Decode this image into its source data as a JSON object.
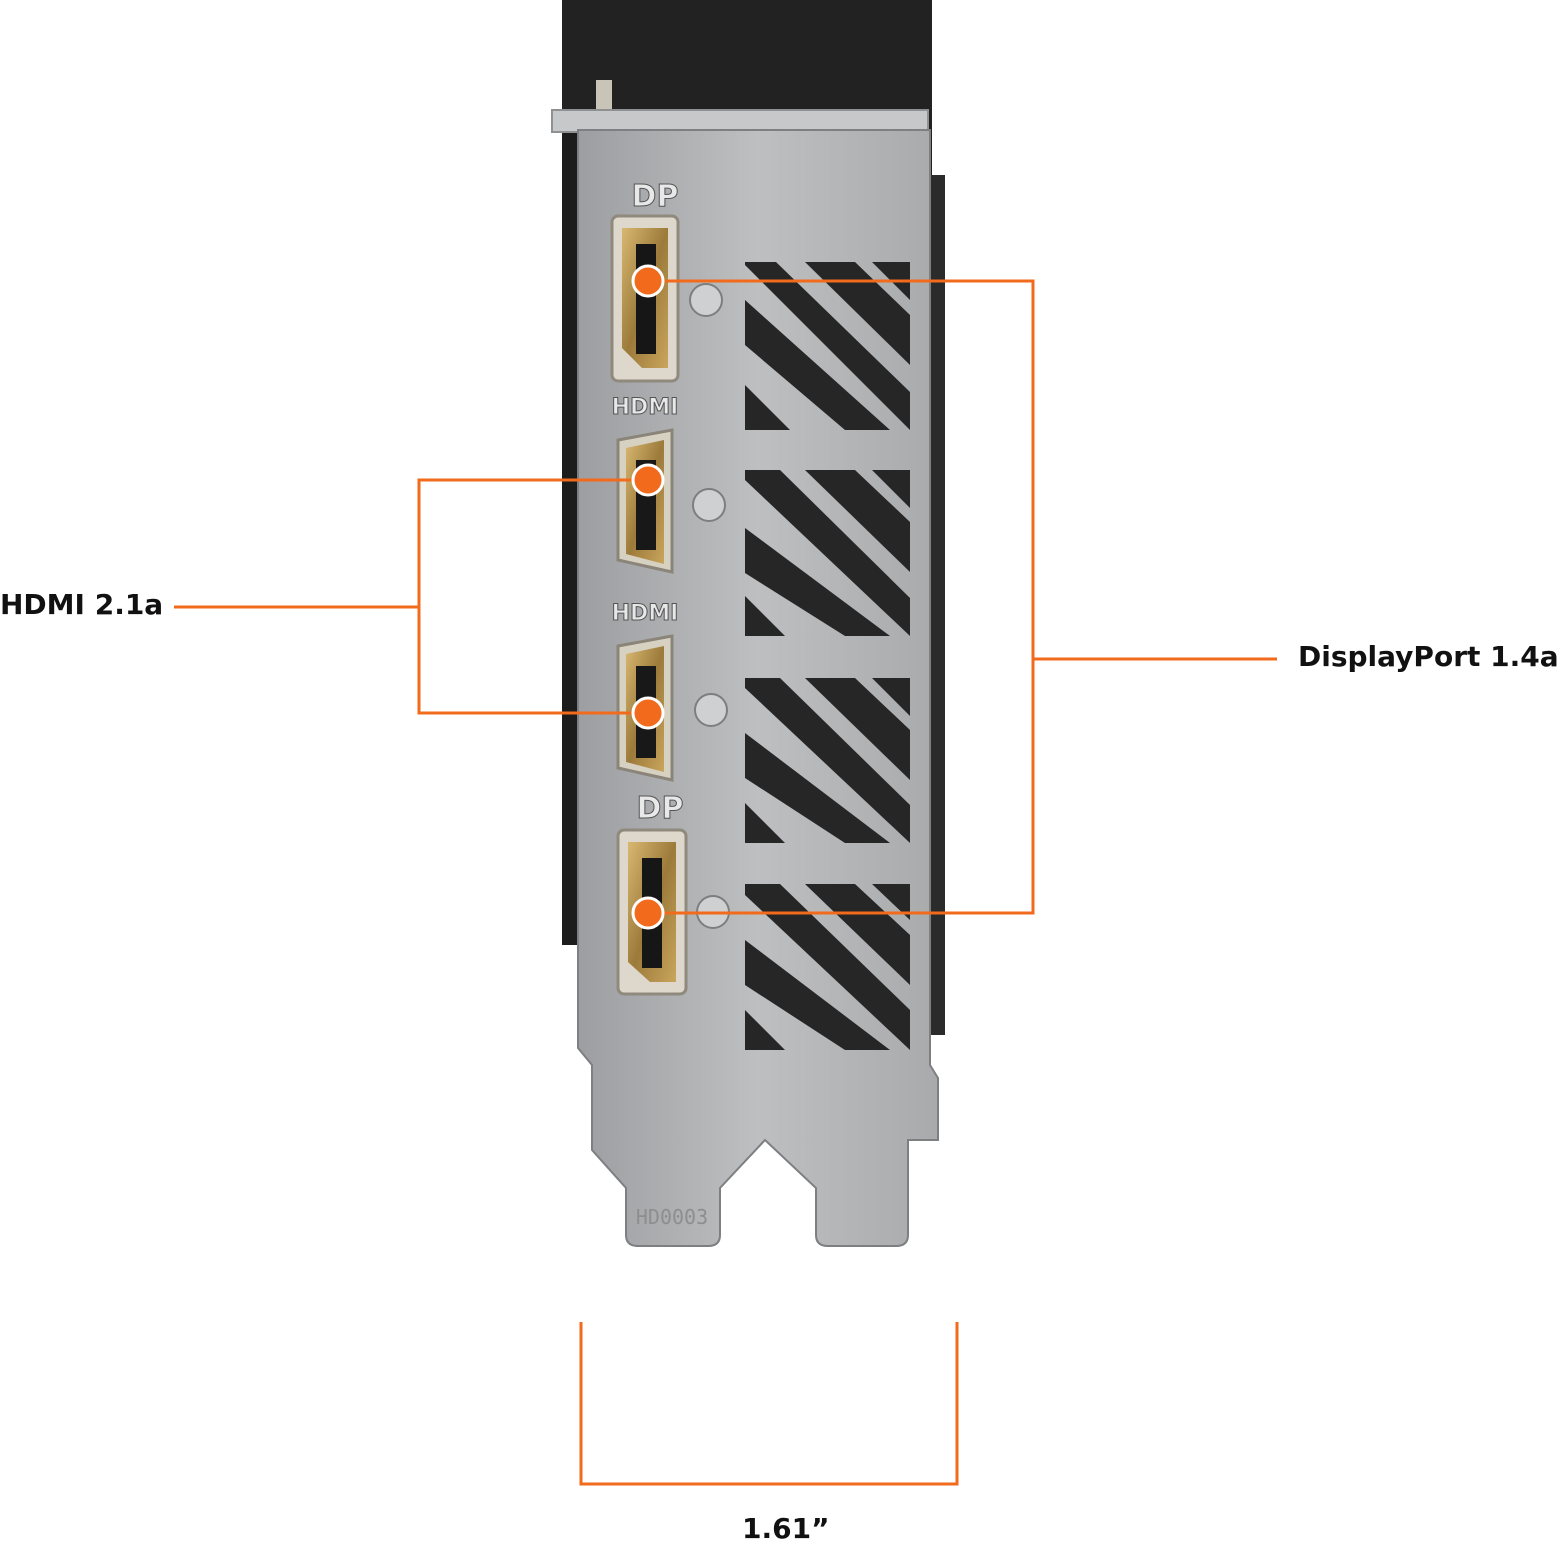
{
  "bracket": {
    "port_labels": [
      "DP",
      "HDMI",
      "HDMI",
      "DP"
    ],
    "part_code": "HD0003"
  },
  "callouts": {
    "hdmi": "HDMI 2.1a",
    "displayport": "DisplayPort 1.4a",
    "width": "1.61”"
  },
  "colors": {
    "accent": "#f26a1b",
    "bracket_metal": "#b6b7b9",
    "card_body": "#1f1f1f",
    "port_gold": "#b9944d"
  }
}
